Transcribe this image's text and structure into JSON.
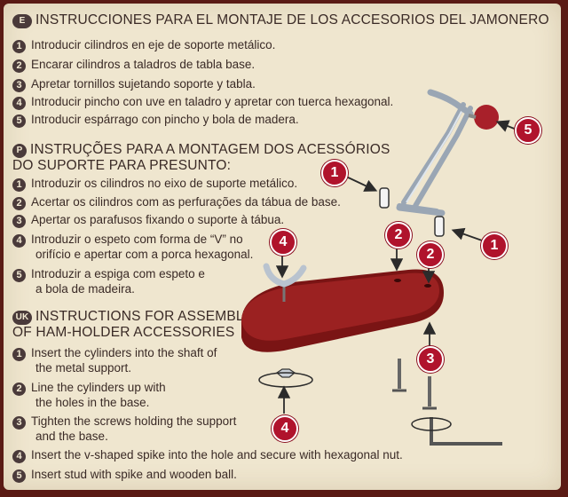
{
  "es": {
    "badge": "E",
    "title": "INSTRUCCIONES PARA EL MONTAJE DE LOS ACCESORIOS DEL JAMONERO",
    "steps": [
      {
        "n": "1",
        "text": "Introducir cilindros en eje de soporte metálico."
      },
      {
        "n": "2",
        "text": "Encarar cilindros a taladros de tabla base."
      },
      {
        "n": "3",
        "text": "Apretar tornillos sujetando soporte y tabla."
      },
      {
        "n": "4",
        "text": "Introducir pincho con uve en taladro y apretar con tuerca hexagonal."
      },
      {
        "n": "5",
        "text": "Introducir espárrago con pincho y bola de madera."
      }
    ]
  },
  "pt": {
    "badge": "P",
    "title_l1": "INSTRUÇÕES PARA A MONTAGEM DOS ACESSÓRIOS",
    "title_l2": "DO SUPORTE PARA PRESUNTO:",
    "steps": [
      {
        "n": "1",
        "text": "Introduzir os cilindros no eixo de suporte metálico."
      },
      {
        "n": "2",
        "text": "Acertar os cilindros com as perfurações da tábua de base."
      },
      {
        "n": "3",
        "text": "Apertar os parafusos fixando o suporte à tábua."
      },
      {
        "n": "4",
        "l1": "Introduzir o espeto com forma de “V” no",
        "l2": "orifício e apertar com a porca hexagonal."
      },
      {
        "n": "5",
        "l1": "Introduzir a espiga com espeto e",
        "l2": "a bola de madeira."
      }
    ]
  },
  "uk": {
    "badge": "UK",
    "title_l1": "INSTRUCTIONS FOR ASSEMBLY",
    "title_l2": "OF HAM-HOLDER ACCESSORIES",
    "steps": [
      {
        "n": "1",
        "l1": "Insert the cylinders into the shaft of",
        "l2": "the metal support."
      },
      {
        "n": "2",
        "l1": "Line the cylinders up with",
        "l2": "the holes in the base."
      },
      {
        "n": "3",
        "l1": "Tighten the screws holding the support",
        "l2": "and the base."
      },
      {
        "n": "4",
        "text": "Insert the v-shaped spike into the hole and secure with hexagonal nut."
      },
      {
        "n": "5",
        "text": "Insert stud with spike and wooden ball."
      }
    ]
  },
  "callouts": {
    "c1a": "1",
    "c1b": "1",
    "c2a": "2",
    "c2b": "2",
    "c3": "3",
    "c4a": "4",
    "c4b": "4",
    "c5": "5"
  },
  "colors": {
    "callout": "#b0132c",
    "board": "#8b1a1a",
    "metal": "#b9c3cf"
  }
}
